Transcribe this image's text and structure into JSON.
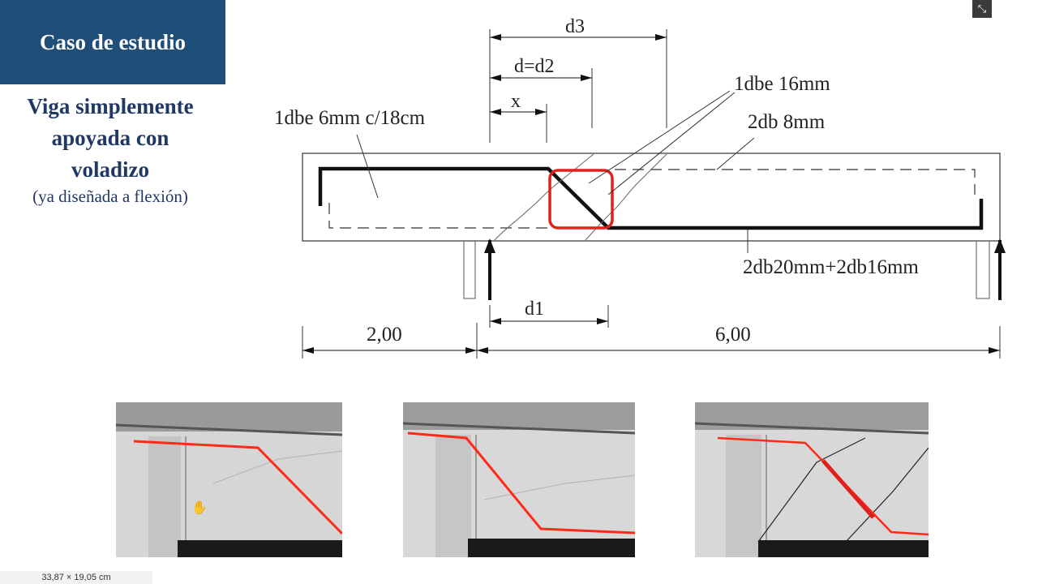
{
  "slide": {
    "title": "Caso de estudio",
    "subtitle_line1": "Viga simplemente",
    "subtitle_line2": "apoyada con",
    "subtitle_line3": "voladizo",
    "subtitle_note": "(ya diseñada a flexión)"
  },
  "diagram": {
    "labels": {
      "d3": "d3",
      "d_d2": "d=d2",
      "x": "x",
      "stirrups": "1dbe 6mm c/18cm",
      "bent_bar": "1dbe 16mm",
      "top_bars": "2db 8mm",
      "bottom_bars": "2db20mm+2db16mm",
      "d1": "d1",
      "span_left": "2,00",
      "span_right": "6,00"
    },
    "colors": {
      "highlight": "#e0201b",
      "rebar": "#111111"
    }
  },
  "photos": {
    "count": 3,
    "overlay_color": "#ff2a1a"
  },
  "ui": {
    "close_icon": "⤡",
    "page_size": "33,87 × 19,05 cm"
  }
}
